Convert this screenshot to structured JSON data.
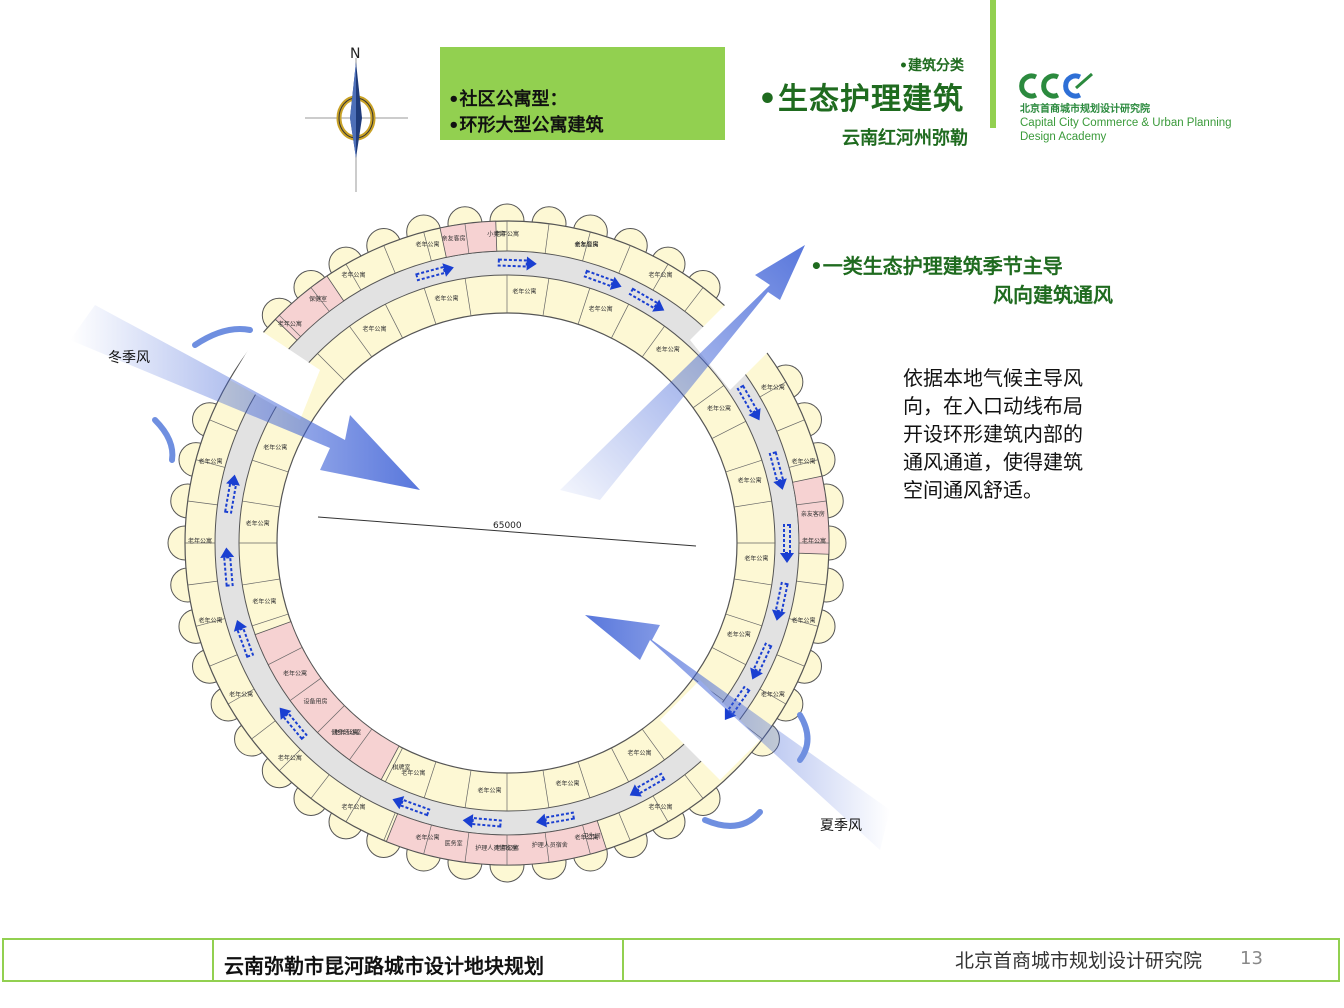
{
  "header": {
    "compass_letter": "N",
    "type_lines": [
      "•社区公寓型：",
      "•环形大型公寓建筑"
    ],
    "category_small": "•建筑分类",
    "category_main": "•生态护理建筑",
    "location": "云南红河州弥勒"
  },
  "logo": {
    "mark": "CCC",
    "name_cn": "北京首商城市规划设计研究院",
    "name_en_1": "Capital City Commerce & Urban Planning",
    "name_en_2": "Design Academy",
    "color": "#2b8a3e"
  },
  "diagram": {
    "winter_wind": "冬季风",
    "summer_wind": "夏季风",
    "diameter_label": "65000",
    "room_elderly": "老年公寓",
    "room_family": "亲友客房",
    "room_labels": [
      "小卖部",
      "保健室",
      "设备用房",
      "健身活动室",
      "棋牌室",
      "医务室",
      "护理人员值班室",
      "护理人员宿舍",
      "卫生间",
      "亲友客房"
    ],
    "colors": {
      "apartment": "#fdf8d4",
      "service": "#f6d2d2",
      "corridor": "#dcdcdc",
      "wind": "#3b5fd6",
      "flow": "#1a3fd1"
    }
  },
  "wind_heading": {
    "line1": "•一类生态护理建筑季节主导",
    "line2": "风向建筑通风"
  },
  "description": [
    "依据本地气候主导风",
    "向，在入口动线布局",
    "开设环形建筑内部的",
    "通风通道，使得建筑",
    "空间通风舒适。"
  ],
  "footer": {
    "title": "云南弥勒市昆河路城市设计地块规划",
    "org": "北京首商城市规划设计研究院",
    "page": "13"
  }
}
